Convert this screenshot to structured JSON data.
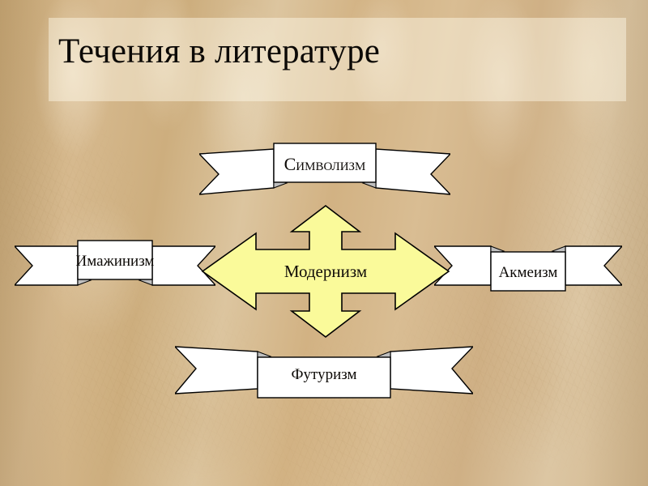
{
  "slide": {
    "title": "Течения в литературе",
    "language": "ru"
  },
  "diagram": {
    "center": {
      "label": "Модернизм",
      "shape": "four-way-arrow",
      "fill_color": "#FAFA9A",
      "outline_color": "#000000"
    },
    "branches": [
      {
        "id": "top",
        "label": "Символизм",
        "shape": "ribbon",
        "direction": "up",
        "fill_color": "#FFFFFF",
        "outline_color": "#000000",
        "fold_color": "#BFBFBF"
      },
      {
        "id": "left",
        "label": "Имажинизм",
        "shape": "ribbon",
        "direction": "left",
        "fill_color": "#FFFFFF",
        "outline_color": "#000000",
        "fold_color": "#BFBFBF"
      },
      {
        "id": "right",
        "label": "Акмеизм",
        "shape": "ribbon",
        "direction": "right",
        "fill_color": "#FFFFFF",
        "outline_color": "#000000",
        "fold_color": "#BFBFBF"
      },
      {
        "id": "bottom",
        "label": "Футуризм",
        "shape": "ribbon",
        "direction": "down",
        "fill_color": "#FFFFFF",
        "outline_color": "#000000",
        "fold_color": "#BFBFBF"
      }
    ]
  },
  "theme": {
    "background_base": "#D4B483",
    "title_band": "rgba(255,250,236,0.45)",
    "text_color": "#0C0906"
  }
}
